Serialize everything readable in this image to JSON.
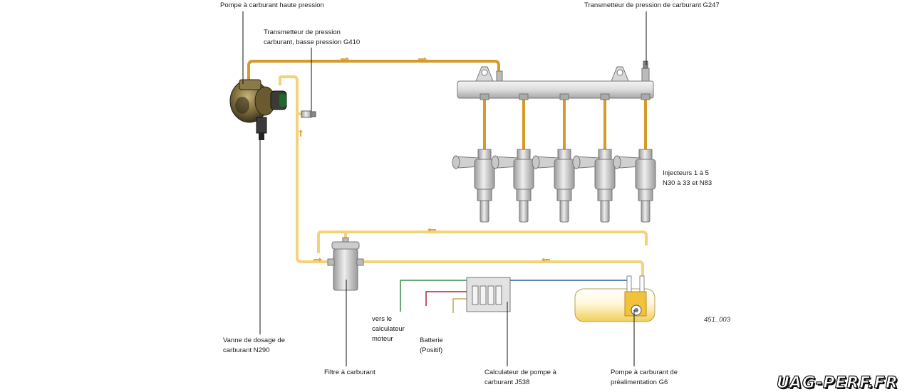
{
  "labels": {
    "hp_pump": "Pompe à carburant haute pression",
    "g247": "Transmetteur de pression de carburant G247",
    "g410": "Transmetteur de pression\ncarburant, basse pression G410",
    "injectors": "Injecteurs 1 à 5\nN30 à 33 et N83",
    "n290": "Vanne de dosage de\ncarburant N290",
    "filter": "Filtre à carburant",
    "ecu": "vers le\ncalculateur\nmoteur",
    "battery": "Batterie\n(Positif)",
    "j538": "Calculateur de pompe à\ncarburant J538",
    "g6": "Pompe à carburant de\npréalimentation G6"
  },
  "figure_ref": "451_003",
  "logo_text": "UAG-PERF.FR",
  "colors": {
    "high_pressure": "#d49a2a",
    "low_pressure": "#f2d27a",
    "wire_green": "#3b8a4a",
    "wire_red": "#b0203a",
    "wire_blue": "#2a5a9a",
    "wire_olive": "#b8a860"
  }
}
